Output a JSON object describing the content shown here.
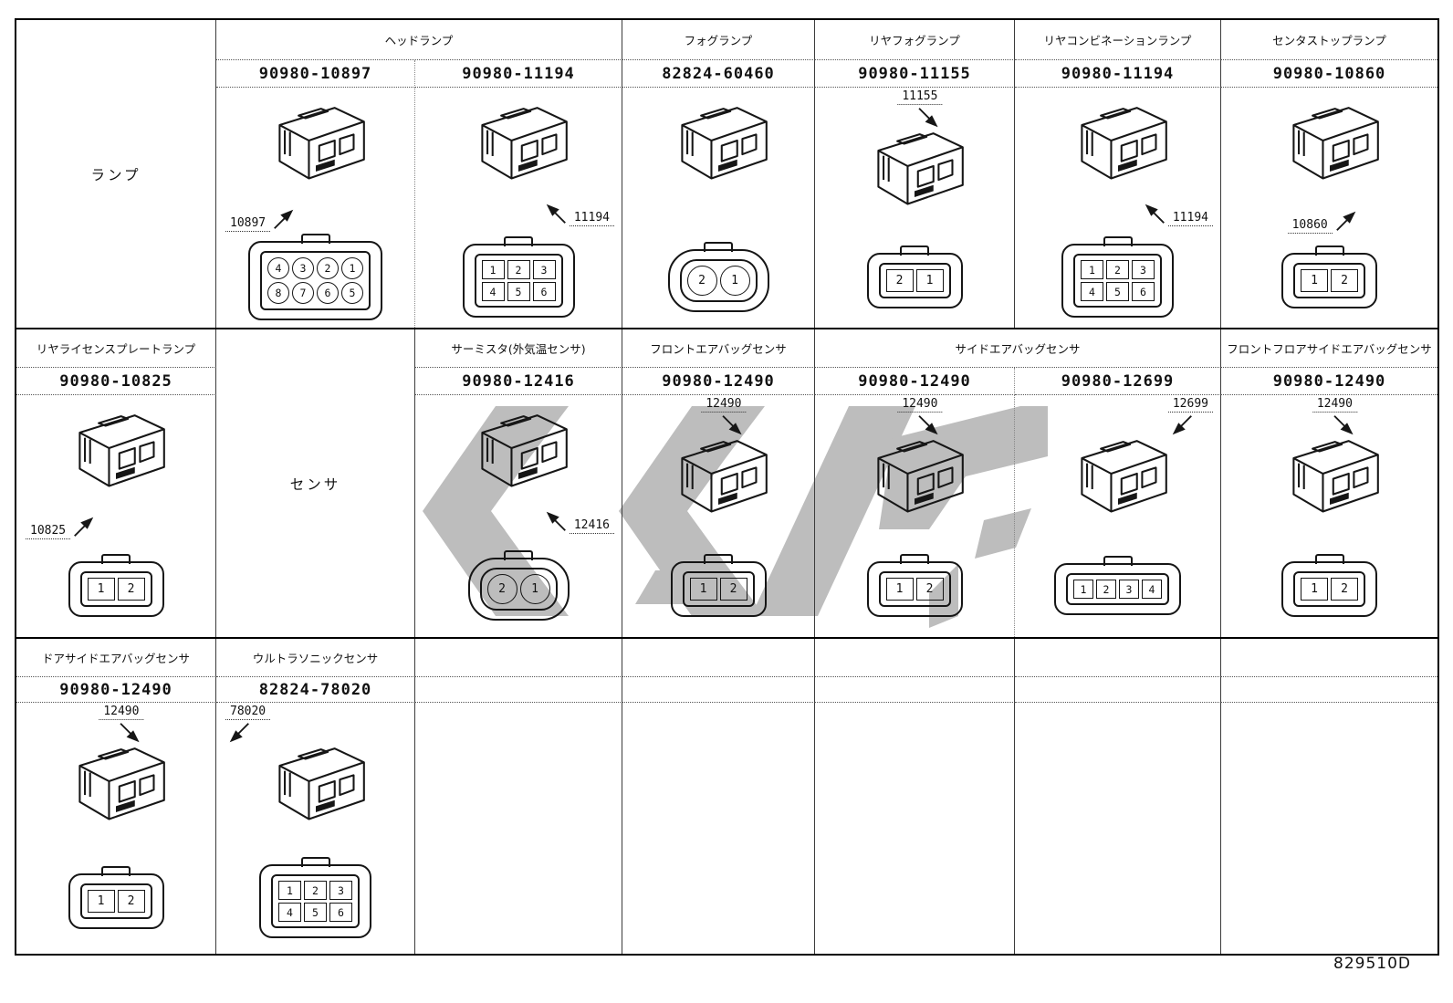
{
  "footer": {
    "code": "829510D"
  },
  "watermark": {
    "label": "distributor-logo-watermark",
    "color": "#bdbdbd"
  },
  "sections": [
    {
      "slots": [
        {
          "type": "category",
          "label": "ランプ"
        },
        {
          "type": "group",
          "title": "ヘッドランプ",
          "span": 2,
          "parts": [
            {
              "part_number": "90980-10897",
              "callout": "10897",
              "callout_pos": "bl",
              "pin_shape": "circle",
              "pin_rows": [
                [
                  "4",
                  "3",
                  "2",
                  "1"
                ],
                [
                  "8",
                  "7",
                  "6",
                  "5"
                ]
              ]
            },
            {
              "part_number": "90980-11194",
              "callout": "11194",
              "callout_pos": "br",
              "pin_shape": "rect",
              "pin_rows": [
                [
                  "1",
                  "2",
                  "3"
                ],
                [
                  "4",
                  "5",
                  "6"
                ]
              ]
            }
          ]
        },
        {
          "type": "group",
          "title": "フォグランプ",
          "span": 1,
          "parts": [
            {
              "part_number": "82824-60460",
              "callout": "",
              "callout_pos": "none",
              "pin_shape": "circle",
              "pin_rows": [
                [
                  "2",
                  "1"
                ]
              ]
            }
          ]
        },
        {
          "type": "group",
          "title": "リヤフォグランプ",
          "span": 1,
          "parts": [
            {
              "part_number": "90980-11155",
              "callout": "11155",
              "callout_pos": "t",
              "pin_shape": "rect",
              "pin_rows": [
                [
                  "2",
                  "1"
                ]
              ]
            }
          ]
        },
        {
          "type": "group",
          "title": "リヤコンビネーションランプ",
          "span": 1,
          "parts": [
            {
              "part_number": "90980-11194",
              "callout": "11194",
              "callout_pos": "br",
              "pin_shape": "rect",
              "pin_rows": [
                [
                  "1",
                  "2",
                  "3"
                ],
                [
                  "4",
                  "5",
                  "6"
                ]
              ]
            }
          ]
        },
        {
          "type": "group",
          "title": "センタストップランプ",
          "span": 1,
          "parts": [
            {
              "part_number": "90980-10860",
              "callout": "10860",
              "callout_pos": "b",
              "pin_shape": "rect",
              "pin_rows": [
                [
                  "1",
                  "2"
                ]
              ]
            }
          ]
        }
      ]
    },
    {
      "slots": [
        {
          "type": "group",
          "title": "リヤライセンスプレートランプ",
          "span": 1,
          "parts": [
            {
              "part_number": "90980-10825",
              "callout": "10825",
              "callout_pos": "bl",
              "pin_shape": "rect",
              "pin_rows": [
                [
                  "1",
                  "2"
                ]
              ]
            }
          ]
        },
        {
          "type": "category",
          "label": "センサ"
        },
        {
          "type": "group",
          "title": "サーミスタ(外気温センサ)",
          "span": 1,
          "parts": [
            {
              "part_number": "90980-12416",
              "callout": "12416",
              "callout_pos": "br",
              "pin_shape": "circle",
              "pin_rows": [
                [
                  "2",
                  "1"
                ]
              ]
            }
          ]
        },
        {
          "type": "group",
          "title": "フロントエアバッグセンサ",
          "span": 1,
          "parts": [
            {
              "part_number": "90980-12490",
              "callout": "12490",
              "callout_pos": "t",
              "pin_shape": "rect",
              "pin_rows": [
                [
                  "1",
                  "2"
                ]
              ]
            }
          ]
        },
        {
          "type": "group",
          "title": "サイドエアバッグセンサ",
          "span": 2,
          "parts": [
            {
              "part_number": "90980-12490",
              "callout": "12490",
              "callout_pos": "t",
              "pin_shape": "rect",
              "pin_rows": [
                [
                  "1",
                  "2"
                ]
              ]
            },
            {
              "part_number": "90980-12699",
              "callout": "12699",
              "callout_pos": "tr",
              "pin_shape": "rect",
              "pin_rows": [
                [
                  "1",
                  "2",
                  "3",
                  "4"
                ]
              ]
            }
          ]
        },
        {
          "type": "group",
          "title": "フロントフロアサイドエアバッグセンサ",
          "span": 1,
          "parts": [
            {
              "part_number": "90980-12490",
              "callout": "12490",
              "callout_pos": "t",
              "pin_shape": "rect",
              "pin_rows": [
                [
                  "1",
                  "2"
                ]
              ]
            }
          ]
        }
      ]
    },
    {
      "slots": [
        {
          "type": "group",
          "title": "ドアサイドエアバッグセンサ",
          "span": 1,
          "parts": [
            {
              "part_number": "90980-12490",
              "callout": "12490",
              "callout_pos": "t",
              "pin_shape": "rect",
              "pin_rows": [
                [
                  "1",
                  "2"
                ]
              ]
            }
          ]
        },
        {
          "type": "group",
          "title": "ウルトラソニックセンサ",
          "span": 1,
          "parts": [
            {
              "part_number": "82824-78020",
              "callout": "78020",
              "callout_pos": "tl",
              "pin_shape": "rect",
              "pin_rows": [
                [
                  "1",
                  "2",
                  "3"
                ],
                [
                  "4",
                  "5",
                  "6"
                ]
              ]
            }
          ]
        },
        {
          "type": "empty"
        },
        {
          "type": "empty"
        },
        {
          "type": "empty"
        },
        {
          "type": "empty"
        },
        {
          "type": "empty"
        }
      ]
    }
  ]
}
